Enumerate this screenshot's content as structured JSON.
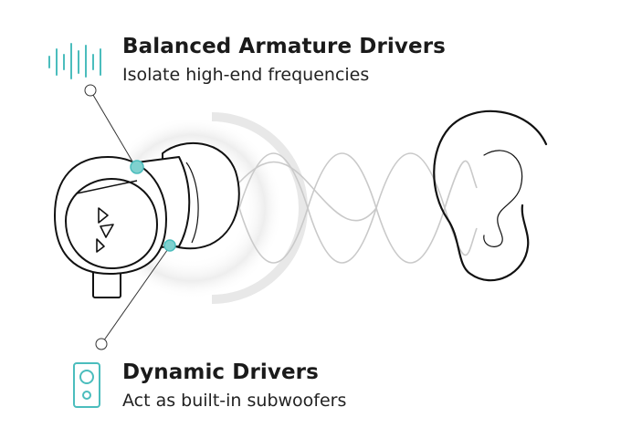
{
  "features": {
    "balanced_armature": {
      "title": "Balanced Armature Drivers",
      "subtitle": "Isolate high-end frequencies",
      "icon": "waveform-lines-icon"
    },
    "dynamic": {
      "title": "Dynamic Drivers",
      "subtitle": "Act as built-in subwoofers",
      "icon": "speaker-icon"
    }
  },
  "colors": {
    "accent": "#4bbdbd",
    "accent_fill": "#7fd1cf",
    "line": "#111111",
    "wave": "#c8c8c8"
  }
}
